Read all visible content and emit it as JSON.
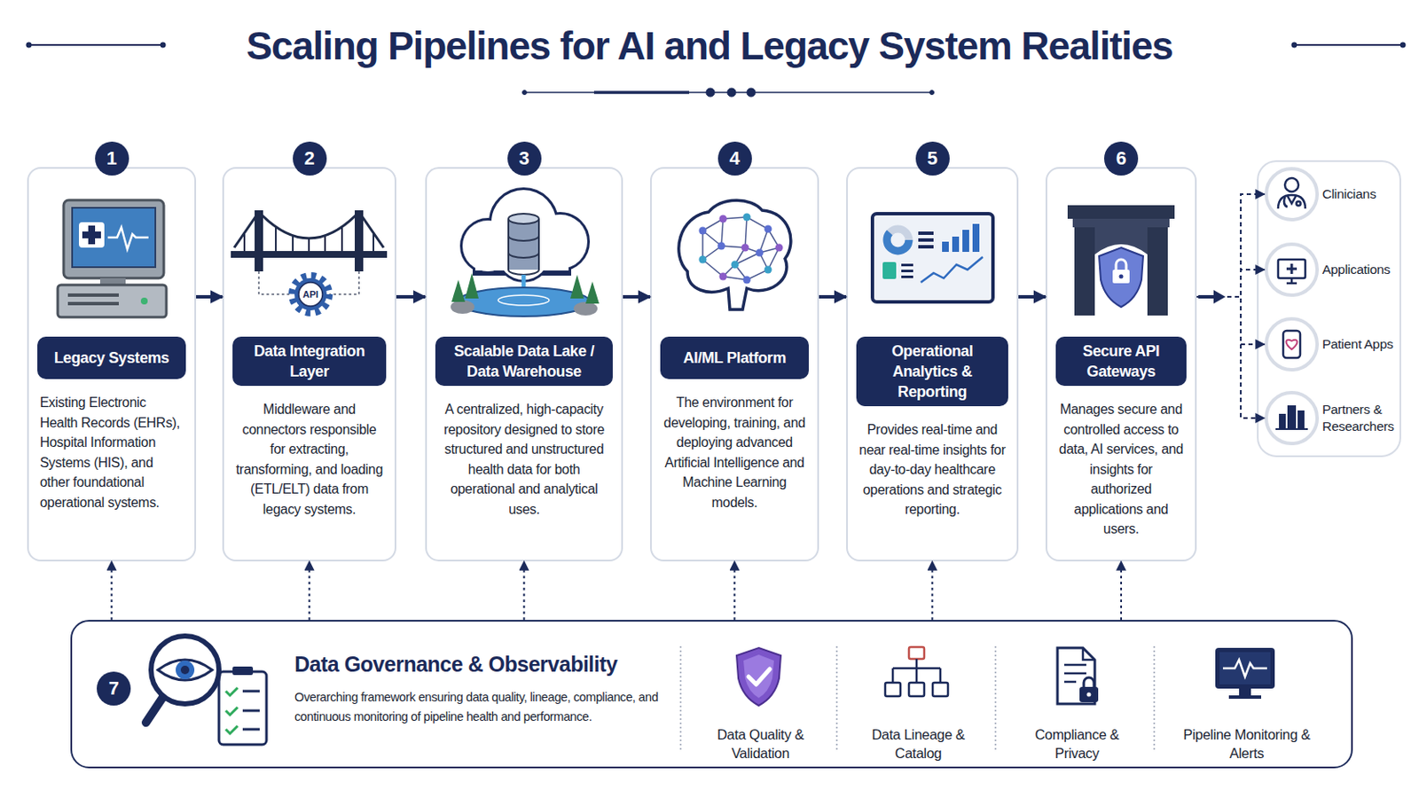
{
  "diagram": {
    "title": "Scaling Pipelines for AI and Legacy System Realities",
    "nodes": [
      {
        "text": [
          "Legacy Systems",
          "Existing Electronic Health Records (EHRs), Hospital Information Systems (HIS), and other foundational operational systems."
        ]
      },
      {
        "text": [
          "Data Integration Layer",
          "Middleware and connectors responsible for extracting, transforming, and loading (ETL/ELT) data from legacy systems."
        ]
      },
      {
        "text": [
          "Scalable Data Lake / Data Warehouse",
          "A centralized, high-capacity repository designed to store structured and unstructured health data for both operational and analytical uses."
        ]
      },
      {
        "text": [
          "AI/ML Platform",
          "The environment for developing, training, and deploying advanced Artificial Intelligence and Machine Learning models."
        ]
      },
      {
        "text": [
          "Operational Analytics & Reporting",
          "Provides real-time and near real-time insights for day-to-day healthcare operations and strategic reporting."
        ]
      },
      {
        "text": [
          "Secure API Gateways",
          "Manages secure and controlled access to data, AI services, and insights for authorized applications and users."
        ]
      },
      {
        "text": [
          "Clinicians"
        ]
      },
      {
        "text": [
          "Applications"
        ]
      },
      {
        "text": [
          "Patient Apps"
        ]
      },
      {
        "text": [
          "Partners & Researchers"
        ]
      },
      {
        "text": [
          "Data Governance & Observability",
          "Overarching framework ensuring data quality, lineage, compliance, and continuous monitoring of pipeline health and performance."
        ]
      },
      {
        "text": [
          "Data Quality & Validation"
        ],
        "in": 10
      },
      {
        "text": [
          "Data Lineage & Catalog"
        ],
        "in": 10
      },
      {
        "text": [
          "Compliance & Privacy"
        ],
        "in": 10
      },
      {
        "text": [
          "Pipeline Monitoring & Alerts"
        ],
        "in": 10
      }
    ],
    "edges": [
      {
        "from": 0,
        "to": 1,
        "arrow": "to"
      },
      {
        "from": 1,
        "to": 2,
        "arrow": "to"
      },
      {
        "from": 2,
        "to": 3,
        "arrow": "to"
      },
      {
        "from": 3,
        "to": 4,
        "arrow": "to"
      },
      {
        "from": 4,
        "to": 5,
        "arrow": "to"
      },
      {
        "from": 5,
        "to": 6,
        "arrow": "to"
      },
      {
        "from": 5,
        "to": 7,
        "arrow": "to"
      },
      {
        "from": 5,
        "to": 8,
        "arrow": "to"
      },
      {
        "from": 5,
        "to": 9,
        "arrow": "to"
      },
      {
        "from": 10,
        "to": 0,
        "arrow": "to"
      },
      {
        "from": 10,
        "to": 1,
        "arrow": "to"
      },
      {
        "from": 10,
        "to": 2,
        "arrow": "to"
      },
      {
        "from": 10,
        "to": 3,
        "arrow": "to"
      },
      {
        "from": 10,
        "to": 4,
        "arrow": "to"
      },
      {
        "from": 10,
        "to": 5,
        "arrow": "to"
      }
    ],
    "labels": [
      "1",
      "2",
      "API",
      "3",
      "4",
      "5",
      "6",
      "7"
    ]
  }
}
